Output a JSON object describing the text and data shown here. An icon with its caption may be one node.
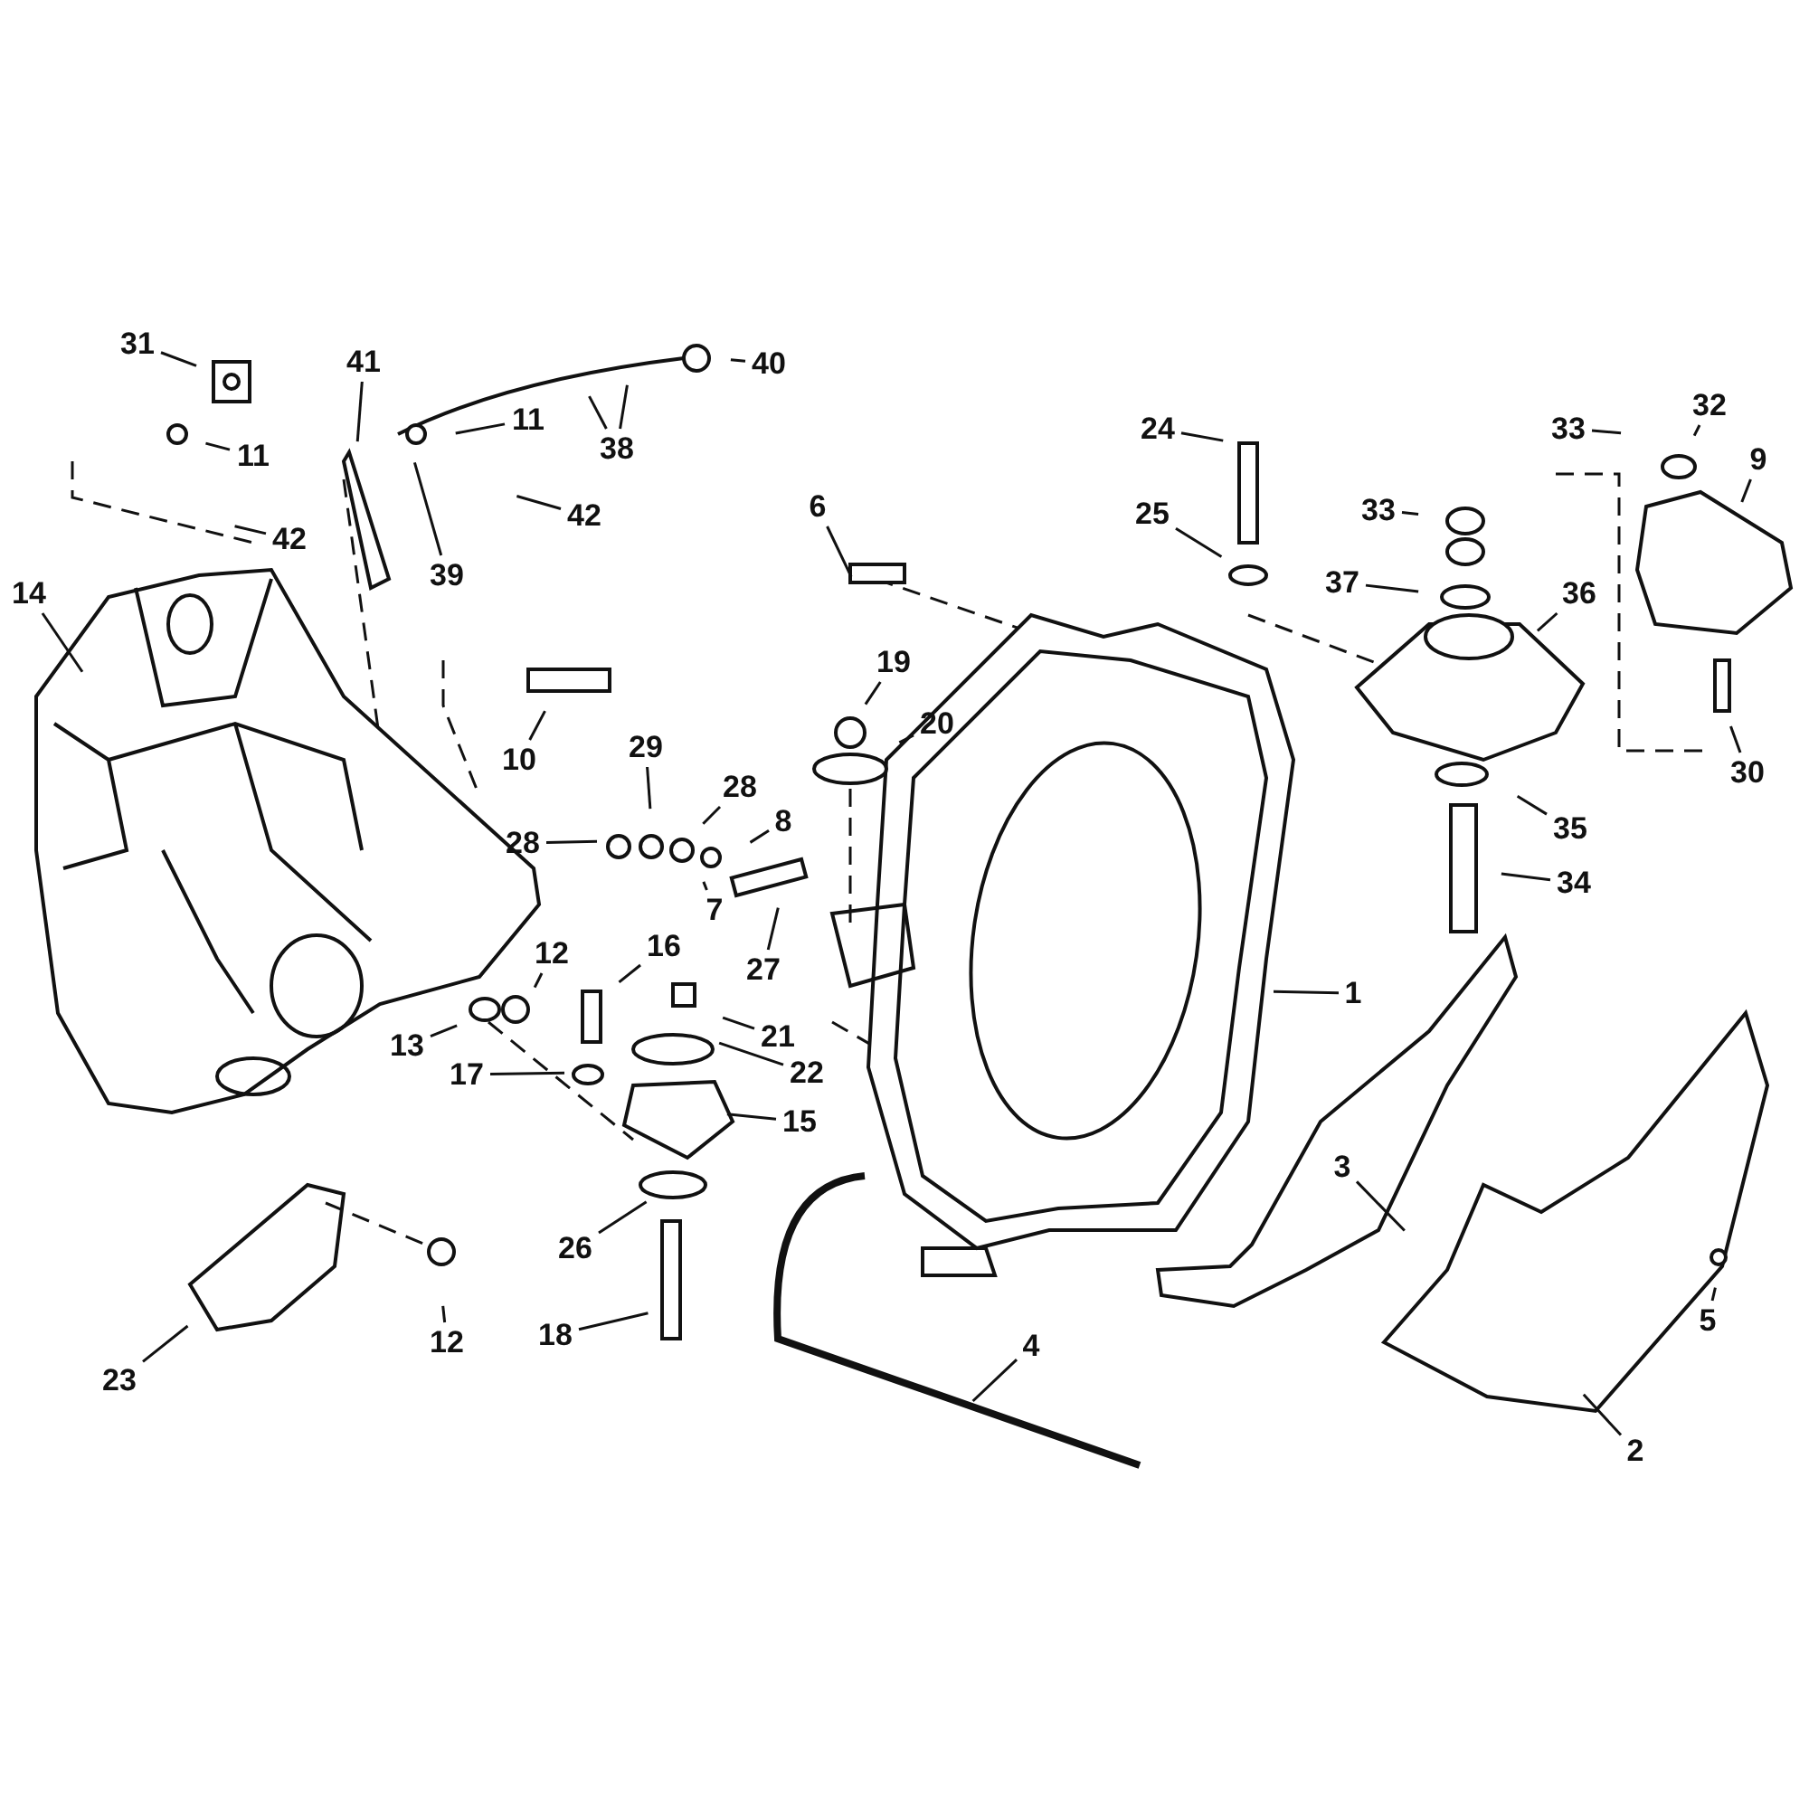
{
  "diagram": {
    "nodes": [
      {
        "text": [
          "31"
        ]
      },
      {
        "text": [
          "41"
        ]
      },
      {
        "text": [
          "11"
        ]
      },
      {
        "text": [
          "42"
        ]
      },
      {
        "text": [
          "11"
        ]
      },
      {
        "text": [
          "42"
        ]
      },
      {
        "text": [
          "39"
        ]
      },
      {
        "text": [
          "38"
        ]
      },
      {
        "text": [
          "40"
        ]
      },
      {
        "text": [
          "14"
        ]
      },
      {
        "text": [
          "10"
        ]
      },
      {
        "text": [
          "29"
        ]
      },
      {
        "text": [
          "28"
        ]
      },
      {
        "text": [
          "28"
        ]
      },
      {
        "text": [
          "8"
        ]
      },
      {
        "text": [
          "7"
        ]
      },
      {
        "text": [
          "27"
        ]
      },
      {
        "text": [
          "6"
        ]
      },
      {
        "text": [
          "19"
        ]
      },
      {
        "text": [
          "20"
        ]
      },
      {
        "text": [
          "16"
        ]
      },
      {
        "text": [
          "12"
        ]
      },
      {
        "text": [
          "13"
        ]
      },
      {
        "text": [
          "21"
        ]
      },
      {
        "text": [
          "22"
        ]
      },
      {
        "text": [
          "17"
        ]
      },
      {
        "text": [
          "15"
        ]
      },
      {
        "text": [
          "26"
        ]
      },
      {
        "text": [
          "18"
        ]
      },
      {
        "text": [
          "12"
        ]
      },
      {
        "text": [
          "23"
        ]
      },
      {
        "text": [
          "24"
        ]
      },
      {
        "text": [
          "25"
        ]
      },
      {
        "text": [
          "33"
        ]
      },
      {
        "text": [
          "37"
        ]
      },
      {
        "text": [
          "36"
        ]
      },
      {
        "text": [
          "33"
        ]
      },
      {
        "text": [
          "32"
        ]
      },
      {
        "text": [
          "9"
        ]
      },
      {
        "text": [
          "30"
        ]
      },
      {
        "text": [
          "35"
        ]
      },
      {
        "text": [
          "34"
        ]
      },
      {
        "text": [
          "1"
        ]
      },
      {
        "text": [
          "3"
        ]
      },
      {
        "text": [
          "4"
        ]
      },
      {
        "text": [
          "5"
        ]
      },
      {
        "text": [
          "2"
        ]
      }
    ],
    "edges": [
      {
        "from": 0,
        "to": null,
        "arrow": "none"
      },
      {
        "from": 1,
        "to": null,
        "arrow": "none"
      },
      {
        "from": 2,
        "to": null,
        "arrow": "none"
      },
      {
        "from": 3,
        "to": null,
        "arrow": "none"
      },
      {
        "from": 4,
        "to": null,
        "arrow": "none"
      },
      {
        "from": 5,
        "to": null,
        "arrow": "none"
      },
      {
        "from": 6,
        "to": null,
        "arrow": "none"
      },
      {
        "from": 7,
        "to": null,
        "arrow": "none"
      },
      {
        "from": 7,
        "to": null,
        "arrow": "none"
      },
      {
        "from": 8,
        "to": null,
        "arrow": "none"
      },
      {
        "from": 9,
        "to": null,
        "arrow": "none"
      },
      {
        "from": 10,
        "to": null,
        "arrow": "none"
      },
      {
        "from": 11,
        "to": null,
        "arrow": "none"
      },
      {
        "from": 12,
        "to": null,
        "arrow": "none"
      },
      {
        "from": 13,
        "to": null,
        "arrow": "none"
      },
      {
        "from": 14,
        "to": null,
        "arrow": "none"
      },
      {
        "from": 15,
        "to": null,
        "arrow": "none"
      },
      {
        "from": 16,
        "to": null,
        "arrow": "none"
      },
      {
        "from": 17,
        "to": null,
        "arrow": "none"
      },
      {
        "from": 18,
        "to": null,
        "arrow": "none"
      },
      {
        "from": 19,
        "to": null,
        "arrow": "none"
      },
      {
        "from": 20,
        "to": null,
        "arrow": "none"
      },
      {
        "from": 21,
        "to": null,
        "arrow": "none"
      },
      {
        "from": 22,
        "to": null,
        "arrow": "none"
      },
      {
        "from": 23,
        "to": null,
        "arrow": "none"
      },
      {
        "from": 24,
        "to": null,
        "arrow": "none"
      },
      {
        "from": 25,
        "to": null,
        "arrow": "none"
      },
      {
        "from": 26,
        "to": null,
        "arrow": "none"
      },
      {
        "from": 27,
        "to": null,
        "arrow": "none"
      },
      {
        "from": 28,
        "to": null,
        "arrow": "none"
      },
      {
        "from": 29,
        "to": null,
        "arrow": "none"
      },
      {
        "from": 30,
        "to": null,
        "arrow": "none"
      },
      {
        "from": 31,
        "to": null,
        "arrow": "none"
      },
      {
        "from": 32,
        "to": null,
        "arrow": "none"
      },
      {
        "from": 33,
        "to": null,
        "arrow": "none"
      },
      {
        "from": 34,
        "to": null,
        "arrow": "none"
      },
      {
        "from": 35,
        "to": null,
        "arrow": "none"
      },
      {
        "from": 36,
        "to": null,
        "arrow": "none"
      },
      {
        "from": 37,
        "to": null,
        "arrow": "none"
      },
      {
        "from": 38,
        "to": null,
        "arrow": "none"
      },
      {
        "from": 39,
        "to": null,
        "arrow": "none"
      },
      {
        "from": 40,
        "to": null,
        "arrow": "none"
      },
      {
        "from": 41,
        "to": null,
        "arrow": "none"
      },
      {
        "from": 42,
        "to": null,
        "arrow": "none"
      },
      {
        "from": 43,
        "to": null,
        "arrow": "none"
      },
      {
        "from": 44,
        "to": null,
        "arrow": "none"
      },
      {
        "from": 45,
        "to": null,
        "arrow": "none"
      },
      {
        "from": 46,
        "to": null,
        "arrow": "none"
      }
    ]
  }
}
